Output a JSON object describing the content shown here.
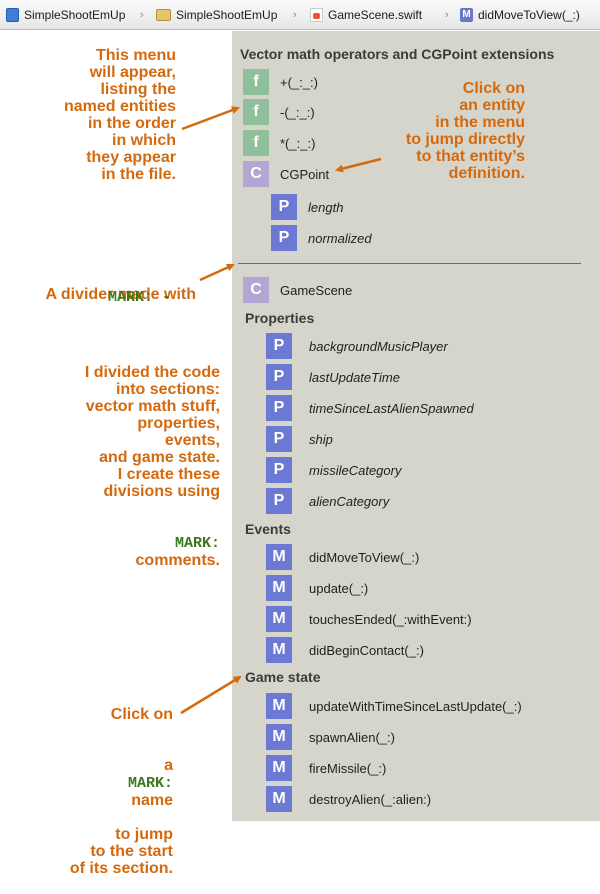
{
  "jumpbar": {
    "items": [
      {
        "label": "SimpleShootEmUp",
        "icon": "xcode-project-icon"
      },
      {
        "label": "SimpleShootEmUp",
        "icon": "folder-icon"
      },
      {
        "label": "GameScene.swift",
        "icon": "swift-file-icon"
      },
      {
        "label": "didMoveToView(_:)",
        "icon": "method-icon",
        "badge": "M"
      }
    ],
    "separator": "›"
  },
  "annotations": {
    "menu_note": "This menu\nwill appear,\nlisting the\nnamed entities\nin the order\nin which\nthey appear\nin the file.",
    "click_note": "Click on\nan entity\nin the menu\nto jump directly\nto that entity’s\ndefinition.",
    "divider_note_line1": "A divider made with",
    "divider_note_code": "MARK: -",
    "sections_note": "I divided the code\ninto sections:\nvector math stuff,\nproperties,\nevents,\nand game state.\nI create these\ndivisions using",
    "sections_note_code": "MARK:",
    "sections_note_tail": "comments.",
    "mark_note_line1": "Click on",
    "mark_note_prefix": "a",
    "mark_note_code": "MARK:",
    "mark_note_suffix": "name",
    "mark_note_rest": "to jump\nto the start\nof its section.",
    "accent_color": "#d4690e",
    "code_color": "#3a7a1c"
  },
  "menu": {
    "title": "Vector math operators and CGPoint extensions",
    "vector_items": [
      {
        "badge": "f",
        "label": "+(_:_:)",
        "kind": "function"
      },
      {
        "badge": "f",
        "label": "-(_:_:)",
        "kind": "function"
      },
      {
        "badge": "f",
        "label": "*(_:_:)",
        "kind": "function"
      },
      {
        "badge": "C",
        "label": "CGPoint",
        "kind": "class"
      },
      {
        "badge": "P",
        "label": "length",
        "kind": "property"
      },
      {
        "badge": "P",
        "label": "normalized",
        "kind": "property"
      }
    ],
    "class_item": {
      "badge": "C",
      "label": "GameScene"
    },
    "sections": [
      {
        "title": "Properties",
        "items": [
          {
            "badge": "P",
            "label": "backgroundMusicPlayer"
          },
          {
            "badge": "P",
            "label": "lastUpdateTime"
          },
          {
            "badge": "P",
            "label": "timeSinceLastAlienSpawned"
          },
          {
            "badge": "P",
            "label": "ship"
          },
          {
            "badge": "P",
            "label": "missileCategory"
          },
          {
            "badge": "P",
            "label": "alienCategory"
          }
        ]
      },
      {
        "title": "Events",
        "items": [
          {
            "badge": "M",
            "label": "didMoveToView(_:)"
          },
          {
            "badge": "M",
            "label": "update(_:)"
          },
          {
            "badge": "M",
            "label": "touchesEnded(_:withEvent:)"
          },
          {
            "badge": "M",
            "label": "didBeginContact(_:)"
          }
        ]
      },
      {
        "title": "Game state",
        "items": [
          {
            "badge": "M",
            "label": "updateWithTimeSinceLastUpdate(_:)"
          },
          {
            "badge": "M",
            "label": "spawnAlien(_:)"
          },
          {
            "badge": "M",
            "label": "fireMissile(_:)"
          },
          {
            "badge": "M",
            "label": "destroyAlien(_:alien:)"
          }
        ]
      }
    ]
  }
}
